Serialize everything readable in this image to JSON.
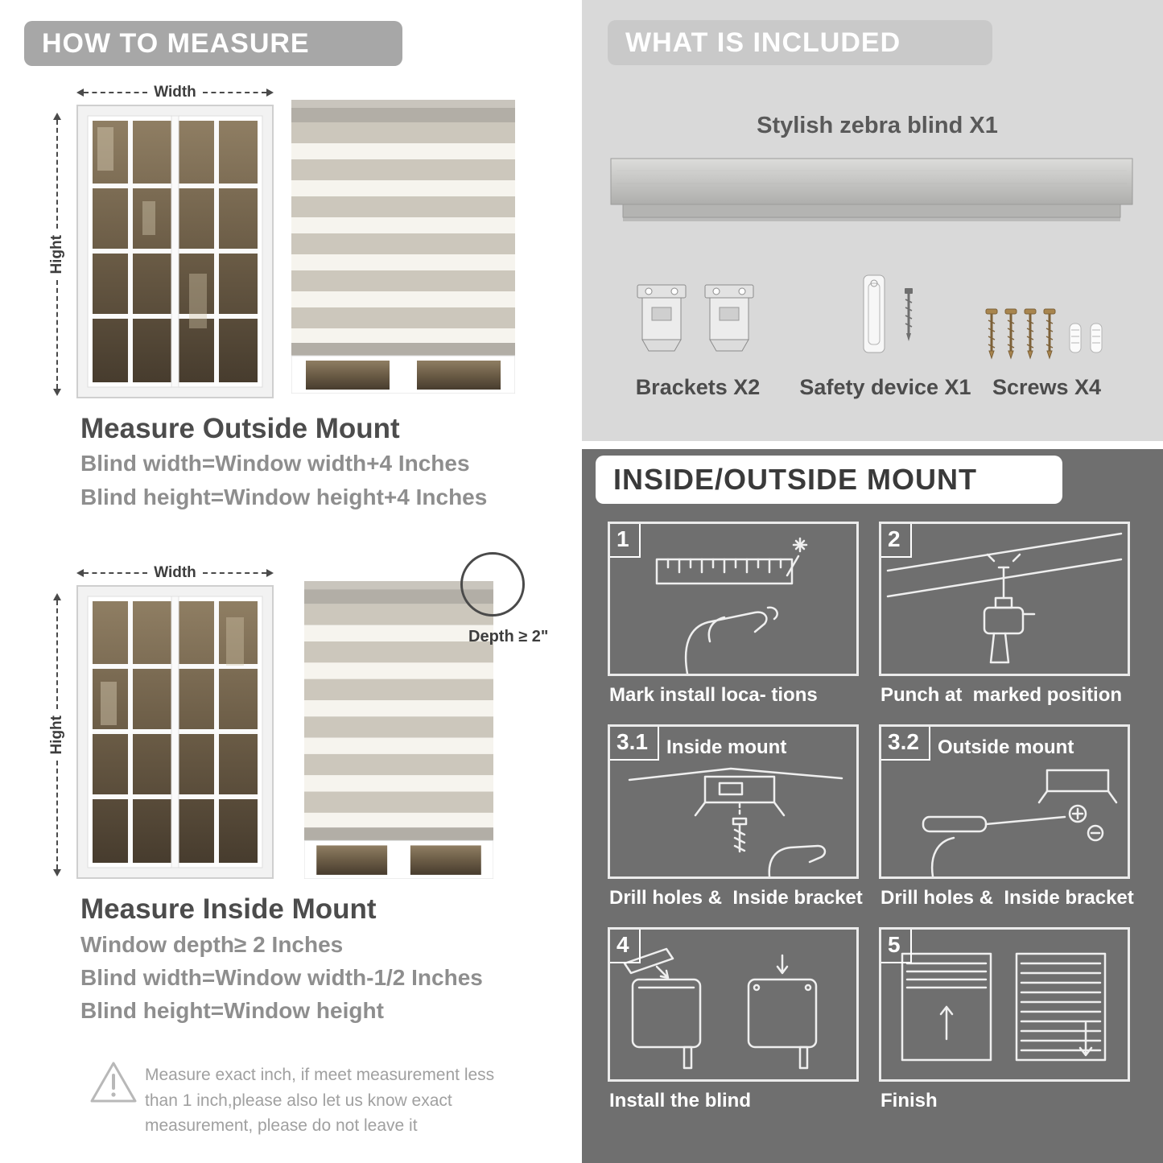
{
  "left": {
    "header": "HOW TO MEASURE",
    "outside": {
      "width_label": "Width",
      "height_label": "Hight",
      "title": "Measure Outside Mount",
      "line1": "Blind width=Window width+4 Inches",
      "line2": "Blind height=Window height+4 Inches"
    },
    "inside": {
      "width_label": "Width",
      "height_label": "Hight",
      "depth_label": "Depth ≥ 2\"",
      "title": "Measure Inside Mount",
      "line1": "Window depth≥ 2 Inches",
      "line2": "Blind width=Window width-1/2 Inches",
      "line3": "Blind height=Window height"
    },
    "warning": {
      "icon": "warning-triangle-icon",
      "text": "Measure exact inch, if meet measurement less than 1 inch,please also let us know exact measurement, please do not leave it"
    }
  },
  "included": {
    "header": "WHAT IS INCLUDED",
    "blind_label": "Stylish zebra blind X1",
    "items": [
      {
        "icon": "brackets-icon",
        "label": "Brackets X2"
      },
      {
        "icon": "safety-device-icon",
        "label": "Safety device X1"
      },
      {
        "icon": "screws-icon",
        "label": "Screws X4"
      }
    ]
  },
  "mount": {
    "header": "INSIDE/OUTSIDE MOUNT",
    "steps": [
      {
        "num": "1",
        "caption": "Mark install loca- tions"
      },
      {
        "num": "2",
        "caption": "Punch at  marked position"
      },
      {
        "num": "3.1",
        "title": "Inside mount",
        "caption": "Drill holes &  Inside bracket"
      },
      {
        "num": "3.2",
        "title": "Outside mount",
        "caption": "Drill holes &  Inside bracket"
      },
      {
        "num": "4",
        "caption": "Install the blind"
      },
      {
        "num": "5",
        "caption": "Finish"
      }
    ]
  },
  "colors": {
    "banner_gray": "#a7a7a7",
    "light_section": "#d9d9d9",
    "dark_section": "#6f6f6f",
    "heading_text": "#4c4c4c",
    "body_text": "#8e8e8e"
  }
}
